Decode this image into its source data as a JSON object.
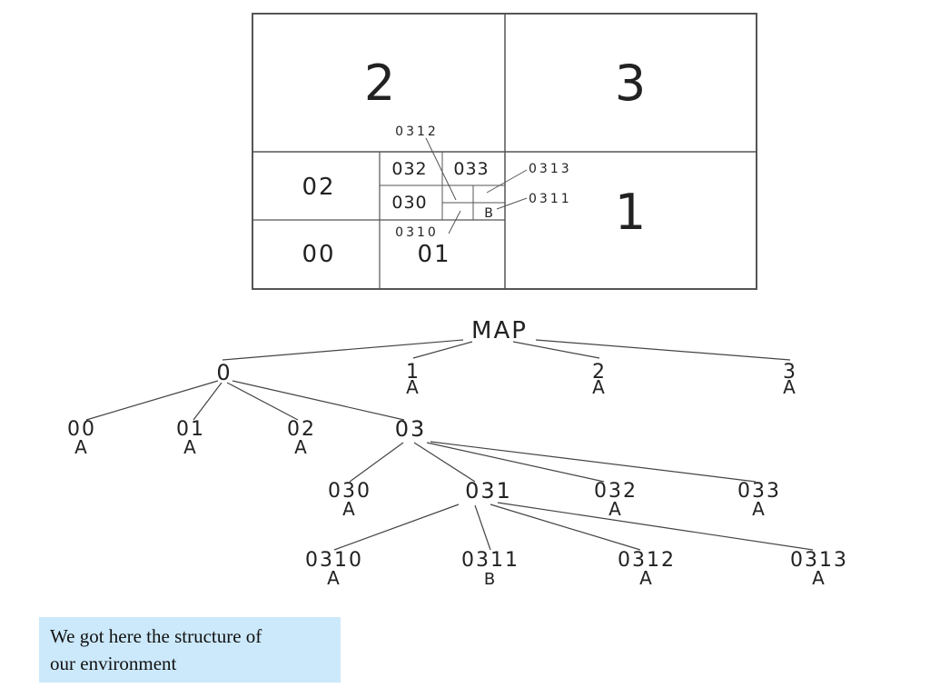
{
  "diagram": {
    "quadrants": {
      "q2": "2",
      "q3": "3",
      "q1": "1",
      "q02": "02",
      "q00": "00",
      "q01": "01",
      "q032": "032",
      "q033": "033",
      "q030": "030",
      "b_cell": "B"
    },
    "callouts": [
      "0312",
      "0313",
      "0311",
      "0310"
    ],
    "tree": {
      "root": "MAP",
      "level1": [
        {
          "label": "0",
          "tag": ""
        },
        {
          "label": "1",
          "tag": "A"
        },
        {
          "label": "2",
          "tag": "A"
        },
        {
          "label": "3",
          "tag": "A"
        }
      ],
      "level2": [
        {
          "label": "00",
          "tag": "A"
        },
        {
          "label": "01",
          "tag": "A"
        },
        {
          "label": "02",
          "tag": "A"
        },
        {
          "label": "03",
          "tag": ""
        }
      ],
      "level3": [
        {
          "label": "030",
          "tag": "A"
        },
        {
          "label": "031",
          "tag": ""
        },
        {
          "label": "032",
          "tag": "A"
        },
        {
          "label": "033",
          "tag": "A"
        }
      ],
      "level4": [
        {
          "label": "0310",
          "tag": "A"
        },
        {
          "label": "0311",
          "tag": "B"
        },
        {
          "label": "0312",
          "tag": "A"
        },
        {
          "label": "0313",
          "tag": "A"
        }
      ]
    }
  },
  "caption": {
    "line1": "We got here the structure of",
    "line2": "our environment"
  },
  "colors": {
    "caption_bg": "#cce9fb",
    "line": "#444444"
  }
}
